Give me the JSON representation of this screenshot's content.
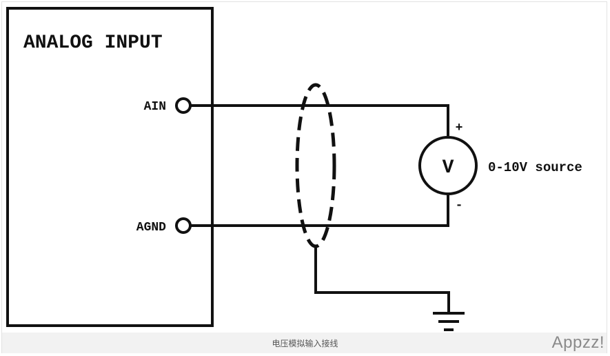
{
  "diagram": {
    "block_title": "ANALOG INPUT",
    "terminals": {
      "ain": "AIN",
      "agnd": "AGND"
    },
    "source": {
      "symbol": "V",
      "label": "0-10V source",
      "plus": "+",
      "minus": "-"
    }
  },
  "caption": "电压模拟输入接线",
  "watermark": "Appzz!"
}
